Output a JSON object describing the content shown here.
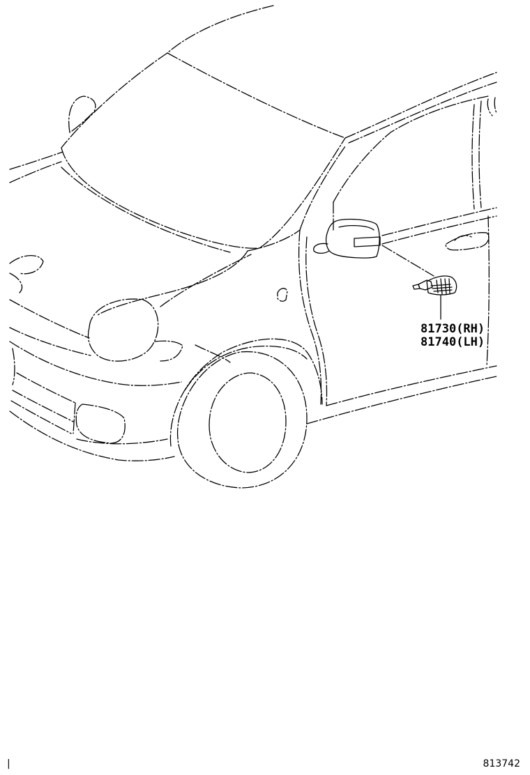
{
  "parts": [
    {
      "number": "81730",
      "side": "(RH)"
    },
    {
      "number": "81740",
      "side": "(LH)"
    }
  ],
  "illustration_number": "813742",
  "left_marker": "|",
  "colors": {
    "line": "#000000",
    "background": "#ffffff"
  }
}
